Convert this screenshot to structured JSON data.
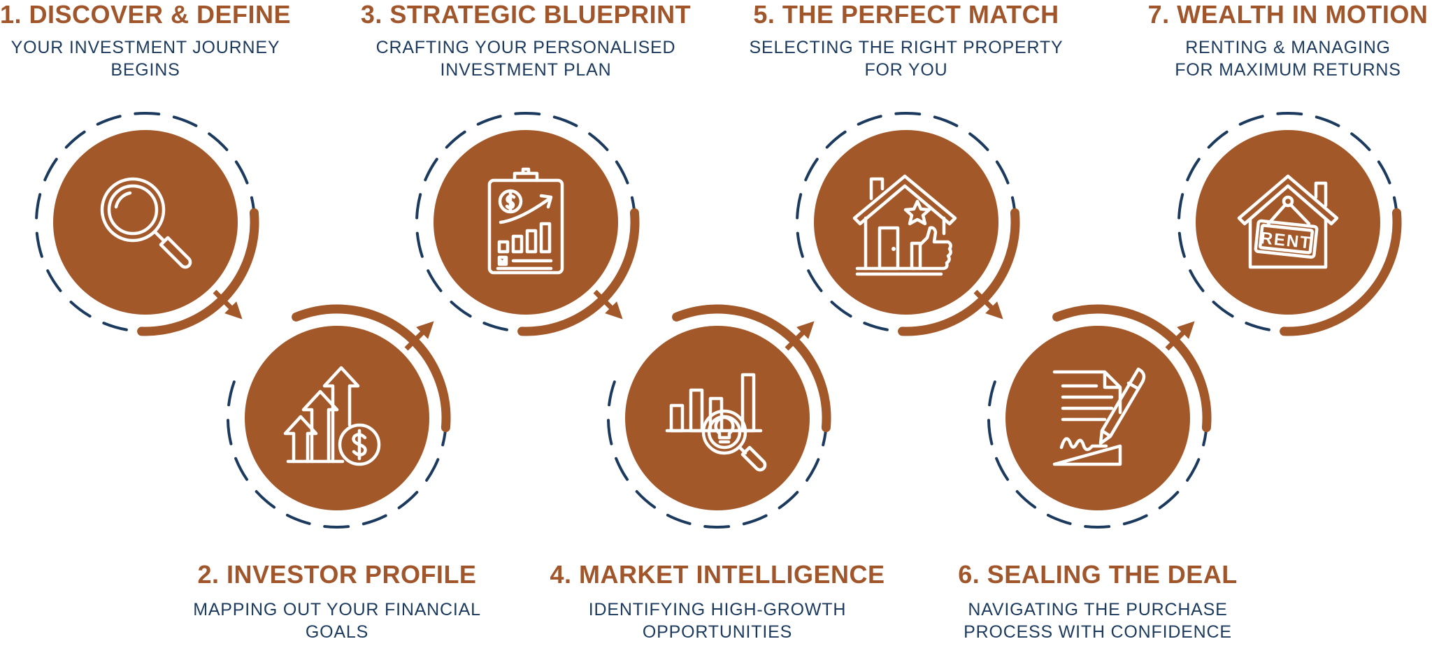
{
  "colors": {
    "brown": "#a3582a",
    "navy": "#1c3a5e",
    "background": "#ffffff"
  },
  "steps": [
    {
      "number": "1",
      "title": "1. DISCOVER & DEFINE",
      "line1": "YOUR INVESTMENT JOURNEY",
      "line2": "BEGINS",
      "icon": "magnifying-glass-icon",
      "row": "top"
    },
    {
      "number": "2",
      "title": "2. INVESTOR PROFILE",
      "line1": "MAPPING OUT YOUR FINANCIAL",
      "line2": "GOALS",
      "icon": "growth-arrows-dollar-icon",
      "row": "bottom"
    },
    {
      "number": "3",
      "title": "3. STRATEGIC BLUEPRINT",
      "line1": "CRAFTING YOUR PERSONALISED",
      "line2": "INVESTMENT PLAN",
      "icon": "clipboard-plan-icon",
      "row": "top"
    },
    {
      "number": "4",
      "title": "4. MARKET INTELLIGENCE",
      "line1": "IDENTIFYING HIGH-GROWTH",
      "line2": "OPPORTUNITIES",
      "icon": "market-chart-lightbulb-icon",
      "row": "bottom"
    },
    {
      "number": "5",
      "title": "5. THE PERFECT MATCH",
      "line1": "SELECTING THE RIGHT PROPERTY",
      "line2": "FOR YOU",
      "icon": "house-thumbs-up-icon",
      "row": "top"
    },
    {
      "number": "6",
      "title": "6. SEALING THE DEAL",
      "line1": "NAVIGATING THE PURCHASE",
      "line2": "PROCESS WITH CONFIDENCE",
      "icon": "contract-signing-icon",
      "row": "bottom"
    },
    {
      "number": "7",
      "title": "7. WEALTH IN MOTION",
      "line1": "RENTING  & MANAGING",
      "line2": "FOR MAXIMUM RETURNS",
      "icon": "rent-sign-house-icon",
      "row": "top",
      "sign_text": "RENT"
    }
  ]
}
